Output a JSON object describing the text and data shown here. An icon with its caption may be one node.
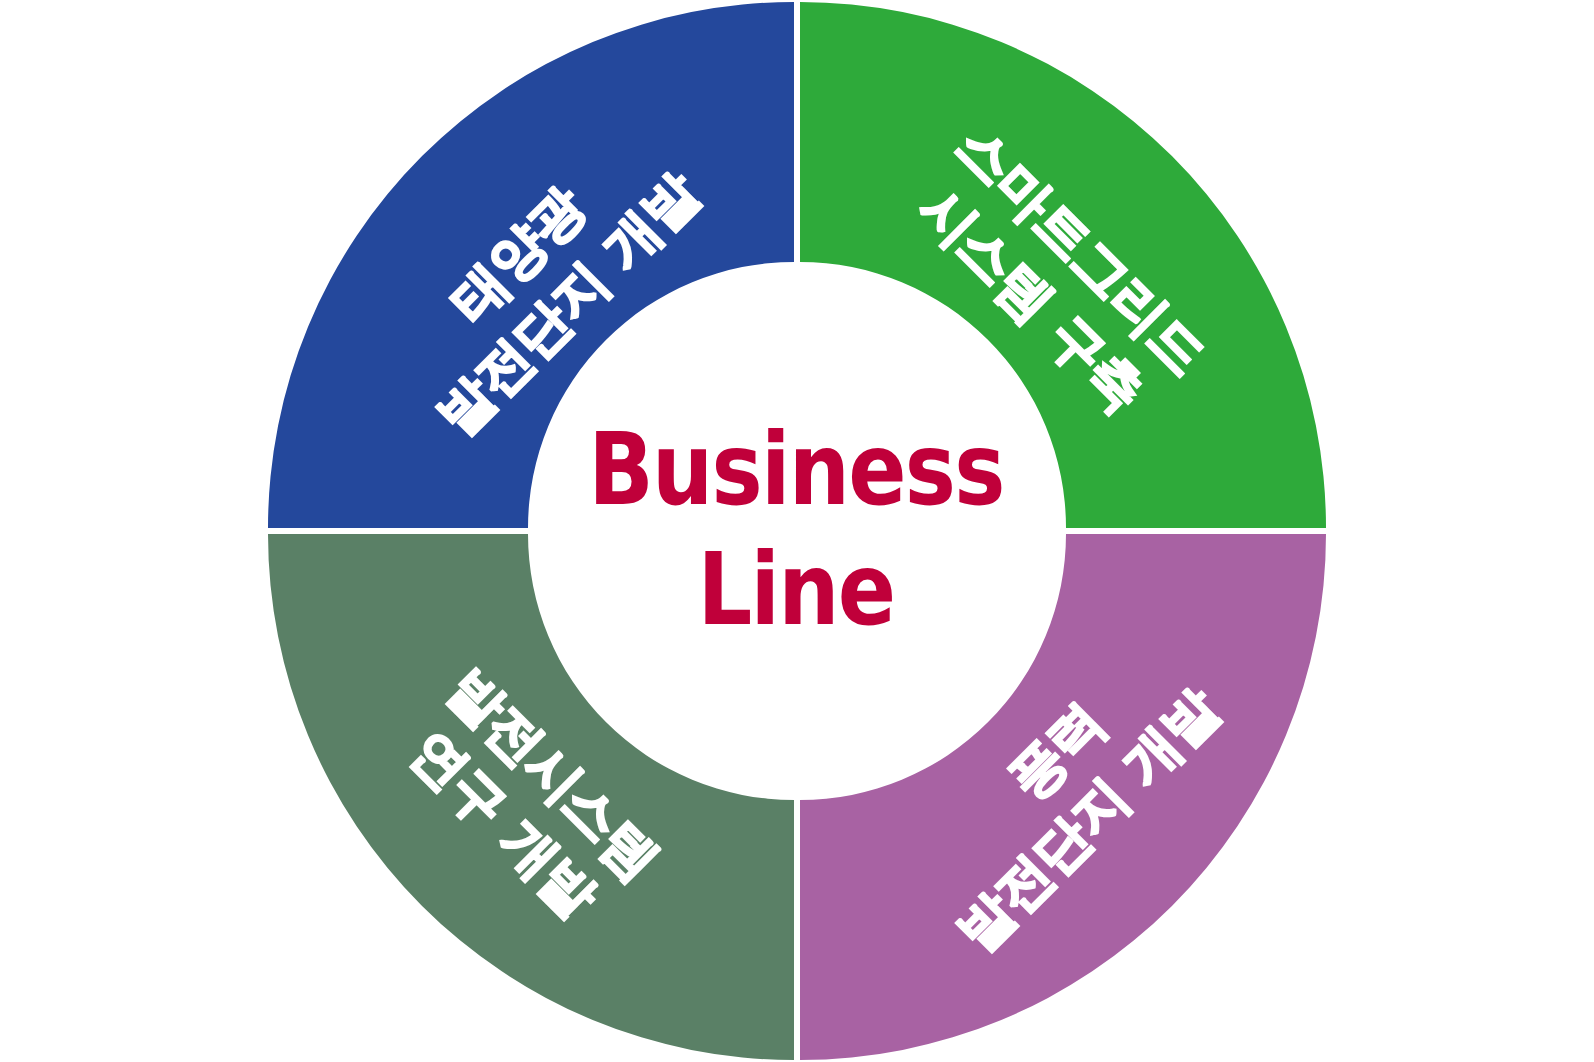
{
  "diagram": {
    "nodes": [
      {
        "text": [
          "태양광 발전단지 개발"
        ]
      },
      {
        "text": [
          "스마트그리드 시스템 구축"
        ]
      },
      {
        "text": [
          "Business Line"
        ]
      },
      {
        "text": [
          "발전시스템 연구 개발"
        ]
      },
      {
        "text": [
          "풍력 발전단지 개발"
        ]
      }
    ]
  }
}
